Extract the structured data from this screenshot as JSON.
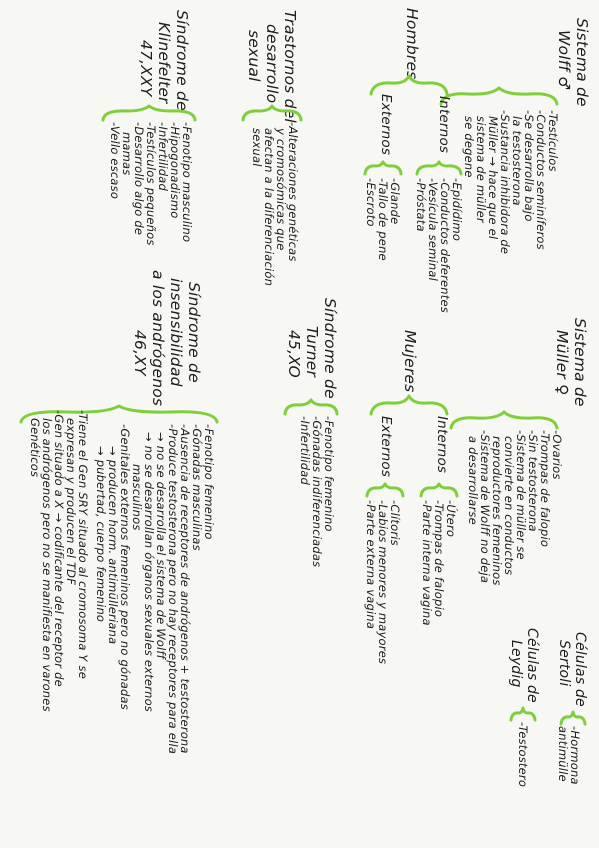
{
  "palette": {
    "paper": "#f7f7f4",
    "ink": "#1d1d1d",
    "highlighter": "#7fce3c"
  },
  "wolff": {
    "title_line1": "Sistema de",
    "title_line2": "Wolff ♂",
    "items": [
      "-Testículos",
      "-Conductos seminíferos",
      "-Se desarrolla bajo",
      "la testosterona",
      "-Sustancia inhibidora de",
      "Müller → hace que el",
      "sistema de müller",
      "se degene"
    ]
  },
  "muller": {
    "title_line1": "Sistema de",
    "title_line2": "Müller ♀",
    "items": [
      "-Ovarios",
      "-Trompas de falopio",
      "-Sin testosterona",
      "-Sistema de müller se",
      "convierte en conductos",
      "reproductores femeninos",
      "-Sistema de Wolff no deja",
      "a desarrollarse"
    ]
  },
  "sex_cells": {
    "title_line1": "Células de",
    "title_line2": "Sertoli",
    "item": "-Hormona antimülle"
  },
  "leydig": {
    "title_line1": "Células de",
    "title_line2": "Leydig",
    "item": "-Testostero"
  },
  "men": {
    "label": "Hombres",
    "internal_label": "Internos",
    "internal_items": [
      "-Epidídimo",
      "-Conductos deferentes",
      "-Vesícula seminal",
      "-Próstata"
    ],
    "external_label": "Externos",
    "external_items": [
      "-Glande",
      "-Tallo de pene",
      "-Escroto"
    ]
  },
  "women": {
    "label": "Mujeres",
    "internal_label": "Internos",
    "internal_items": [
      "-Útero",
      "-Trompas de falopio",
      "-Parte interna vagina"
    ],
    "external_label": "Externos",
    "external_items": [
      "-Clítoris",
      "-Labios menores y mayores",
      "-Parte externa vagina"
    ]
  },
  "disorders": {
    "title_line1": "Trastornos del",
    "title_line2": "desarrollo",
    "title_line3": "sexual",
    "items": [
      "-Alteraciones genéticas",
      "y cromosómicas que",
      "afectan a la diferenciación",
      "sexual"
    ]
  },
  "turner": {
    "title_line1": "Síndrome de",
    "title_line2": "Turner",
    "title_line3": "45,XO",
    "items": [
      "-Fenotipo femenino",
      "-Gónadas indiferenciadas",
      "-Infertilidad"
    ]
  },
  "klinefelter": {
    "title_line1": "Síndrome de",
    "title_line2": "Klinefelter",
    "title_line3": "47,XXY",
    "items": [
      "-Fenotipo masculino",
      "-Hipogonadismo",
      "-Infertilidad",
      "-Testículos pequeños",
      "-Desarrollo algo de",
      "mamas",
      "-Vello escaso"
    ]
  },
  "androgen": {
    "title_line1": "Síndrome de",
    "title_line2": "insensibilidad",
    "title_line3": "a los andrógenos",
    "title_line4": "46,XY",
    "items": [
      "-Fenotipo femenino",
      "-Gónadas masculinas",
      "-Ausencia de receptores de andrógenos + testosterona",
      "-Produce testosterona pero no hay receptores para ella",
      "→ no se desarrolla el sistema de Wolff",
      "→ no se desarrollan órganos sexuales externos",
      "masculinos",
      "-Genitales externos femeninos pero no gónadas",
      "→ producen horm. antimülleriana",
      "→ pubertad, cuerpo femenino",
      "-Tiene el Gen SRY situado al cromosoma Y se",
      "expresan y producen el TDF",
      "-Gen situado a X → codificante del receptor de",
      "los andrógenos pero no se manifiesta en varones",
      "Genéticos"
    ]
  }
}
